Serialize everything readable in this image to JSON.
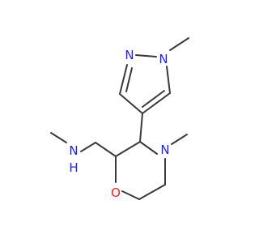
{
  "molecule": {
    "atoms": {
      "N_pyrazole_methyl": {
        "symbol": "N",
        "color": "#2020ff"
      },
      "N_pyrazole_imine": {
        "symbol": "N",
        "color": "#2020ff"
      },
      "N_morpholine": {
        "symbol": "N",
        "color": "#2020ff"
      },
      "O_morpholine": {
        "symbol": "O",
        "color": "#ff1a1a"
      },
      "N_amine": {
        "symbol": "N",
        "color": "#2020ff"
      },
      "H_amine": {
        "symbol": "H",
        "color": "#2020ff"
      }
    }
  }
}
